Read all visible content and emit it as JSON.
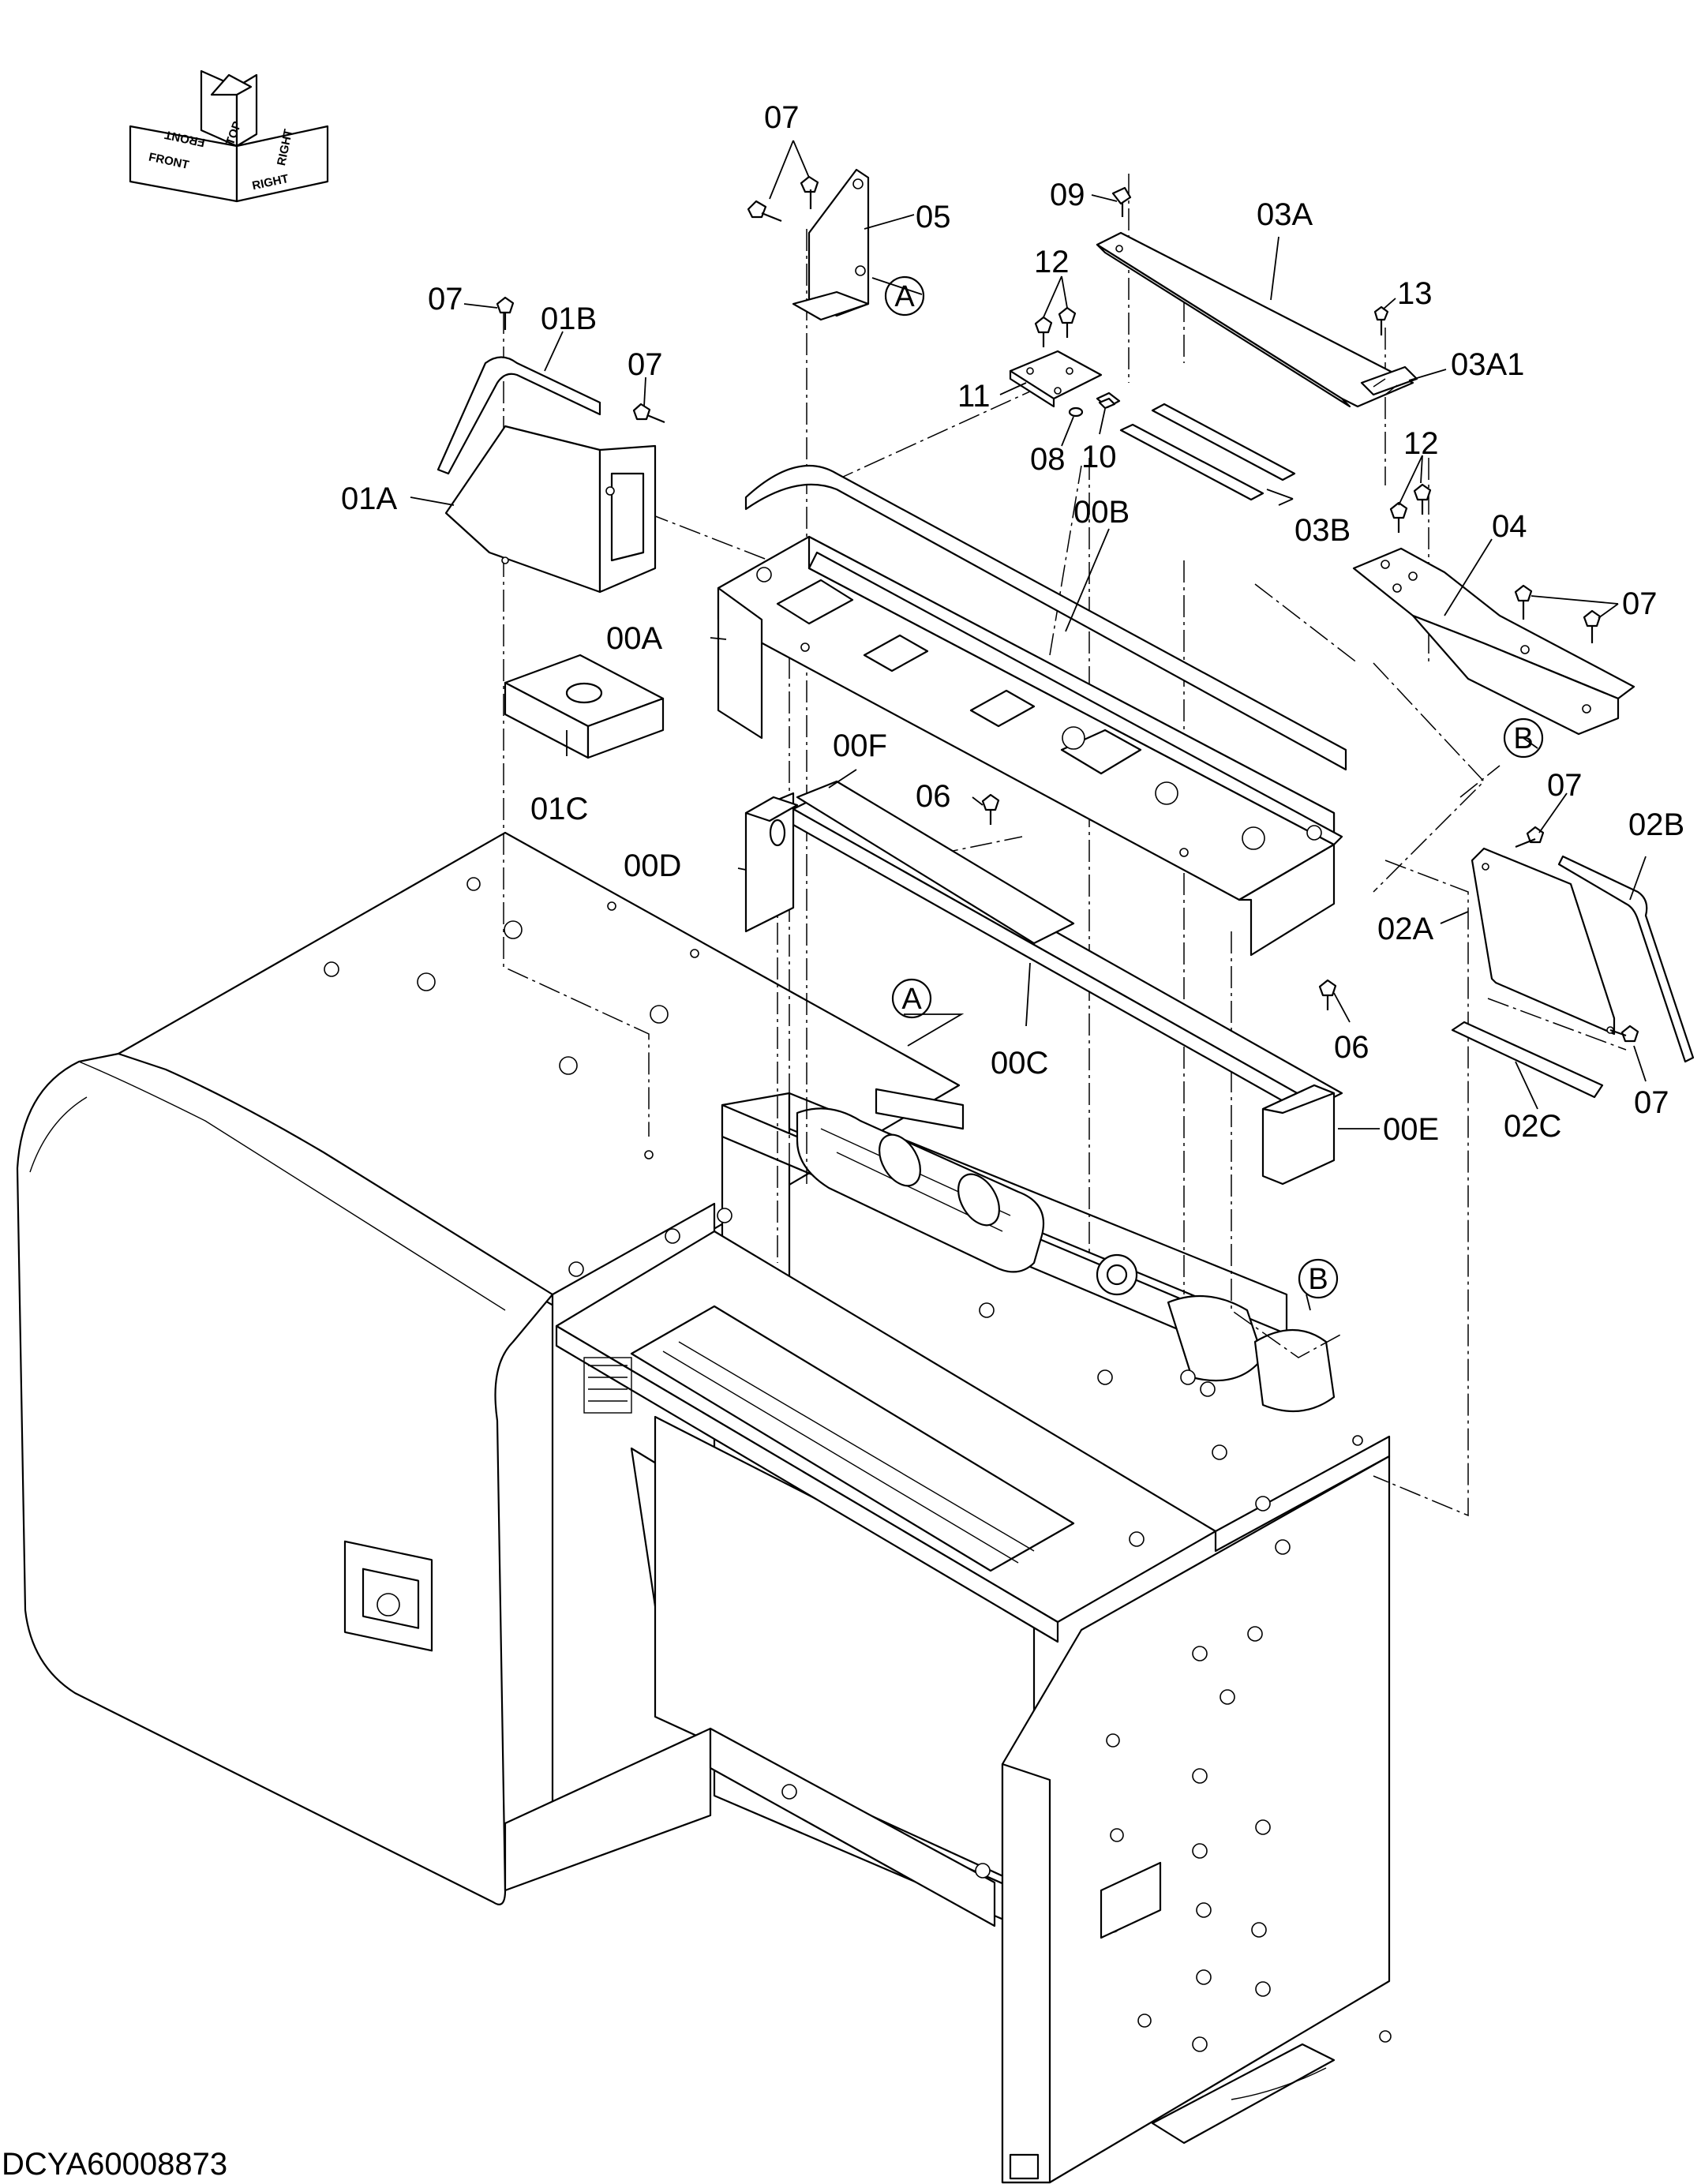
{
  "orientation": {
    "top": "TOP",
    "right": "RIGHT",
    "front": "FRONT",
    "front_mirror": "FRONT",
    "right_mirror": "RIGHT"
  },
  "labels": {
    "p07_a": "07",
    "p05": "05",
    "p09": "09",
    "p03A": "03A",
    "p12_a": "12",
    "p13": "13",
    "p03A1": "03A1",
    "p11": "11",
    "p08": "08",
    "p10": "10",
    "p07_b": "07",
    "p01B": "01B",
    "p07_c": "07",
    "p01A": "01A",
    "p00B": "00B",
    "p03B": "03B",
    "p12_b": "12",
    "p04": "04",
    "p07_d": "07",
    "p00A": "00A",
    "p00F": "00F",
    "p01C": "01C",
    "p06_a": "06",
    "p07_e": "07",
    "p02B": "02B",
    "p00D": "00D",
    "p02A": "02A",
    "p06_b": "06",
    "p00C": "00C",
    "p00E": "00E",
    "p02C": "02C",
    "p07_f": "07"
  },
  "callouts": {
    "a_top": "A",
    "b_right": "B",
    "a_frame": "A",
    "b_frame": "B"
  },
  "document_id": "DCYA60008873"
}
